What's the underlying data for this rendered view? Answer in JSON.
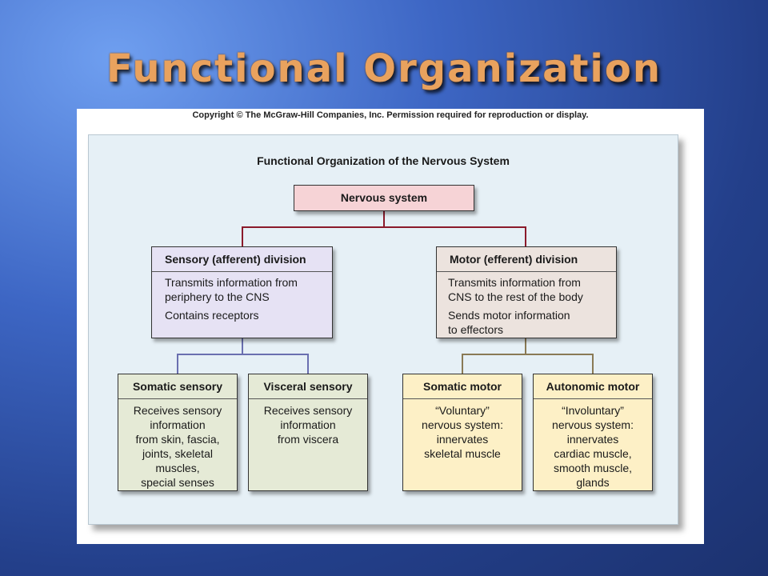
{
  "slide": {
    "title": "Functional Organization"
  },
  "figure": {
    "copyright": "Copyright © The McGraw-Hill Companies, Inc. Permission required for reproduction or display.",
    "title": "Functional Organization of the Nervous System"
  },
  "root": {
    "label": "Nervous system"
  },
  "sensory": {
    "header": "Sensory (afferent) division",
    "line1": "Transmits information from",
    "line2": "periphery to the CNS",
    "line3": "Contains receptors"
  },
  "motor": {
    "header": "Motor (efferent) division",
    "line1": "Transmits information from",
    "line2": "CNS to the rest of the body",
    "line3": "Sends motor information",
    "line4": "to effectors"
  },
  "somatic_sensory": {
    "header": "Somatic sensory",
    "lines": [
      "Receives sensory",
      "information",
      "from skin, fascia,",
      "joints, skeletal",
      "muscles,",
      "special senses"
    ]
  },
  "visceral_sensory": {
    "header": "Visceral sensory",
    "lines": [
      "Receives sensory",
      "information",
      "from viscera"
    ]
  },
  "somatic_motor": {
    "header": "Somatic motor",
    "lines": [
      "“Voluntary”",
      "nervous system:",
      "innervates",
      "skeletal muscle"
    ]
  },
  "autonomic_motor": {
    "header": "Autonomic motor",
    "lines": [
      "“Involuntary”",
      "nervous system:",
      "innervates",
      "cardiac muscle,",
      "smooth muscle,",
      "glands"
    ]
  },
  "colors": {
    "root_fill": "#f6d3d6",
    "sensory_fill": "#e6e2f4",
    "motor_fill": "#ece3de",
    "green_fill": "#e5ead6",
    "yellow_fill": "#fdf0c6",
    "root_connector": "#8b1a2b",
    "sensory_connector": "#6a6fb0",
    "motor_connector": "#8a7a55"
  }
}
